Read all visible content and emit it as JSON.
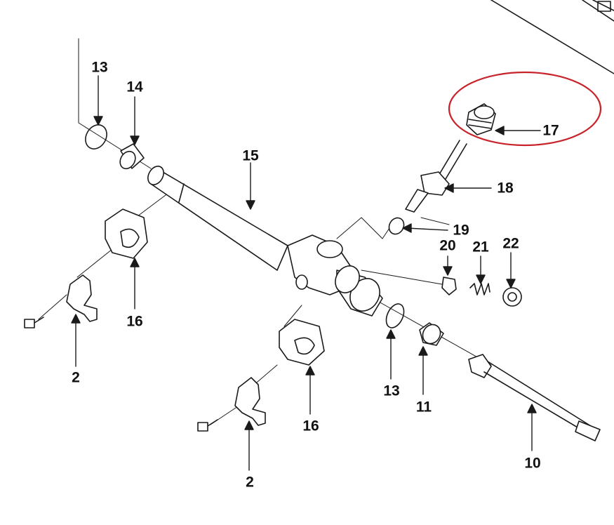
{
  "colors": {
    "line": "#1a1a1a",
    "part_fill": "#ffffff",
    "shade": "#cfcfcf",
    "highlight": "#c8232a"
  },
  "labels": {
    "l13_top": "13",
    "l14": "14",
    "l15": "15",
    "l16_left": "16",
    "l2_left": "2",
    "l17": "17",
    "l18": "18",
    "l19": "19",
    "l20": "20",
    "l21": "21",
    "l22": "22",
    "l13_bottom": "13",
    "l11": "11",
    "l16_bottom": "16",
    "l2_bottom": "2",
    "l10": "10"
  },
  "highlight": {
    "target_part": "17",
    "shape": "ellipse"
  }
}
